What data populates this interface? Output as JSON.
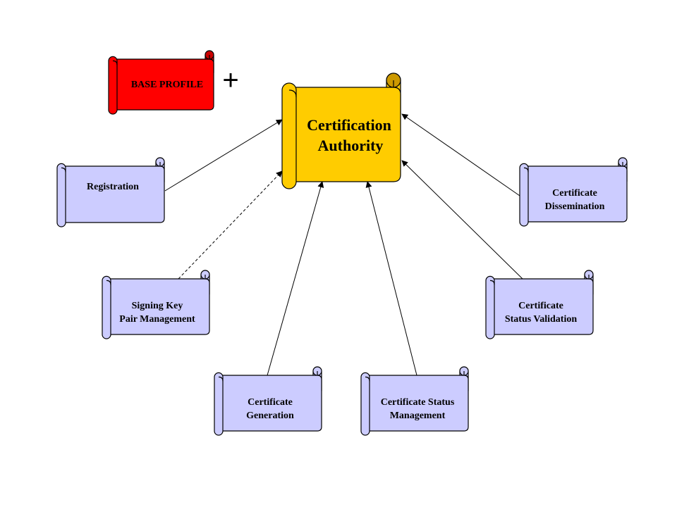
{
  "diagram": {
    "base_profile": {
      "label": "BASE PROFILE",
      "color": "#ff0000"
    },
    "plus": "+",
    "center": {
      "lines": [
        "Certification",
        "Authority"
      ],
      "color": "#ffcc00"
    },
    "module_color": "#ccccff",
    "modules": [
      {
        "id": "registration",
        "lines": [
          "Registration"
        ]
      },
      {
        "id": "signing-key",
        "lines": [
          "Signing Key",
          "Pair Management"
        ]
      },
      {
        "id": "cert-generation",
        "lines": [
          "Certificate",
          "Generation"
        ]
      },
      {
        "id": "cert-status-mgmt",
        "lines": [
          "Certificate Status",
          "Management"
        ]
      },
      {
        "id": "cert-status-validation",
        "lines": [
          "Certificate",
          "Status Validation"
        ]
      },
      {
        "id": "cert-dissemination",
        "lines": [
          "Certificate",
          "Dissemination"
        ]
      }
    ]
  }
}
